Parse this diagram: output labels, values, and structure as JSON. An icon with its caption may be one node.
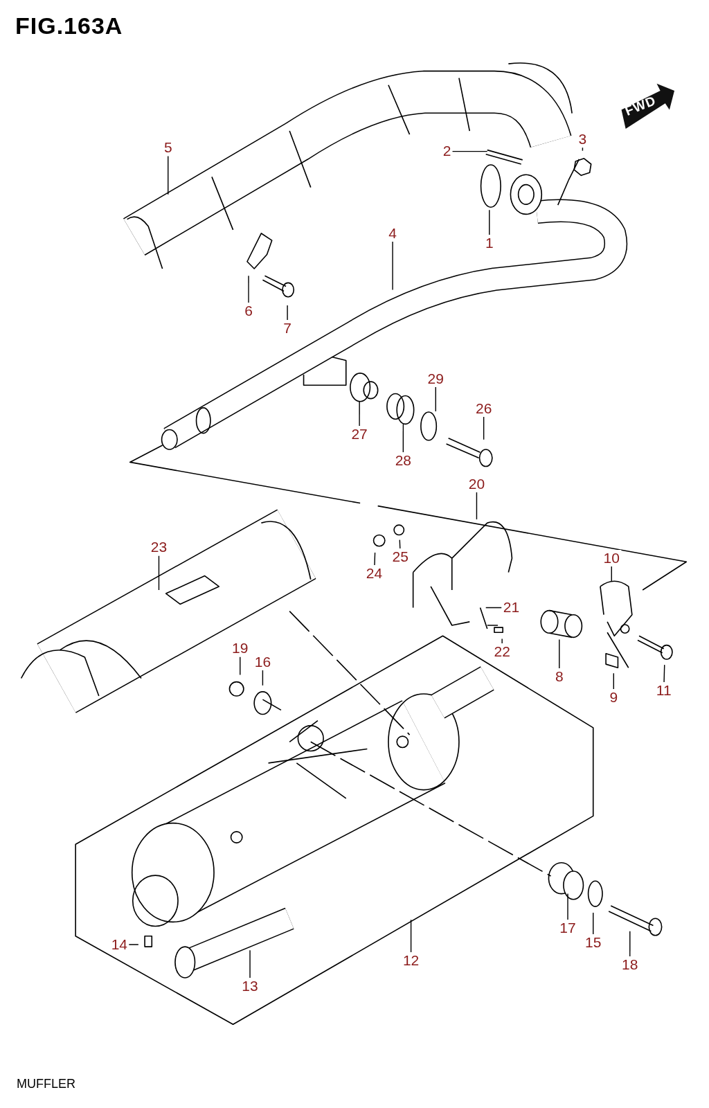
{
  "diagram": {
    "title": "FIG.163A",
    "nodes": [
      {
        "text": [
          "5"
        ]
      },
      {
        "text": [
          "2"
        ]
      },
      {
        "text": [
          "3"
        ]
      },
      {
        "text": [
          "1"
        ]
      },
      {
        "text": [
          "4"
        ]
      },
      {
        "text": [
          "6"
        ]
      },
      {
        "text": [
          "7"
        ]
      },
      {
        "text": [
          "29"
        ]
      },
      {
        "text": [
          "26"
        ]
      },
      {
        "text": [
          "27"
        ]
      },
      {
        "text": [
          "28"
        ]
      },
      {
        "text": [
          "20"
        ]
      },
      {
        "text": [
          "23"
        ]
      },
      {
        "text": [
          "25"
        ]
      },
      {
        "text": [
          "10"
        ]
      },
      {
        "text": [
          "24"
        ]
      },
      {
        "text": [
          "21"
        ]
      },
      {
        "text": [
          "19"
        ]
      },
      {
        "text": [
          "16"
        ]
      },
      {
        "text": [
          "22"
        ]
      },
      {
        "text": [
          "8"
        ]
      },
      {
        "text": [
          "11"
        ]
      },
      {
        "text": [
          "9"
        ]
      },
      {
        "text": [
          "17"
        ]
      },
      {
        "text": [
          "15"
        ]
      },
      {
        "text": [
          "14"
        ]
      },
      {
        "text": [
          "12"
        ]
      },
      {
        "text": [
          "18"
        ]
      },
      {
        "text": [
          "13"
        ]
      }
    ],
    "edges": [
      {
        "from": 0,
        "to": null,
        "arrow": "none"
      },
      {
        "from": 1,
        "to": null,
        "arrow": "none"
      },
      {
        "from": 2,
        "to": null,
        "arrow": "none"
      },
      {
        "from": 3,
        "to": null,
        "arrow": "none"
      },
      {
        "from": 4,
        "to": null,
        "arrow": "none"
      },
      {
        "from": 5,
        "to": null,
        "arrow": "none"
      },
      {
        "from": 6,
        "to": null,
        "arrow": "none"
      },
      {
        "from": 7,
        "to": null,
        "arrow": "none"
      },
      {
        "from": 8,
        "to": null,
        "arrow": "none"
      },
      {
        "from": 9,
        "to": null,
        "arrow": "none"
      },
      {
        "from": 10,
        "to": null,
        "arrow": "none"
      },
      {
        "from": 11,
        "to": null,
        "arrow": "none"
      },
      {
        "from": 12,
        "to": null,
        "arrow": "none"
      },
      {
        "from": 13,
        "to": null,
        "arrow": "none"
      },
      {
        "from": 14,
        "to": null,
        "arrow": "none"
      },
      {
        "from": 15,
        "to": null,
        "arrow": "none"
      },
      {
        "from": 16,
        "to": null,
        "arrow": "none"
      },
      {
        "from": 17,
        "to": null,
        "arrow": "none"
      },
      {
        "from": 18,
        "to": null,
        "arrow": "none"
      },
      {
        "from": 19,
        "to": null,
        "arrow": "none"
      },
      {
        "from": 20,
        "to": null,
        "arrow": "none"
      },
      {
        "from": 21,
        "to": null,
        "arrow": "none"
      },
      {
        "from": 22,
        "to": null,
        "arrow": "none"
      },
      {
        "from": 23,
        "to": null,
        "arrow": "none"
      },
      {
        "from": 24,
        "to": null,
        "arrow": "none"
      },
      {
        "from": 25,
        "to": null,
        "arrow": "none"
      },
      {
        "from": 26,
        "to": null,
        "arrow": "none"
      },
      {
        "from": 27,
        "to": null,
        "arrow": "none"
      },
      {
        "from": 28,
        "to": null,
        "arrow": "none"
      }
    ],
    "labels": [
      "FWD",
      "MUFFLER"
    ]
  }
}
